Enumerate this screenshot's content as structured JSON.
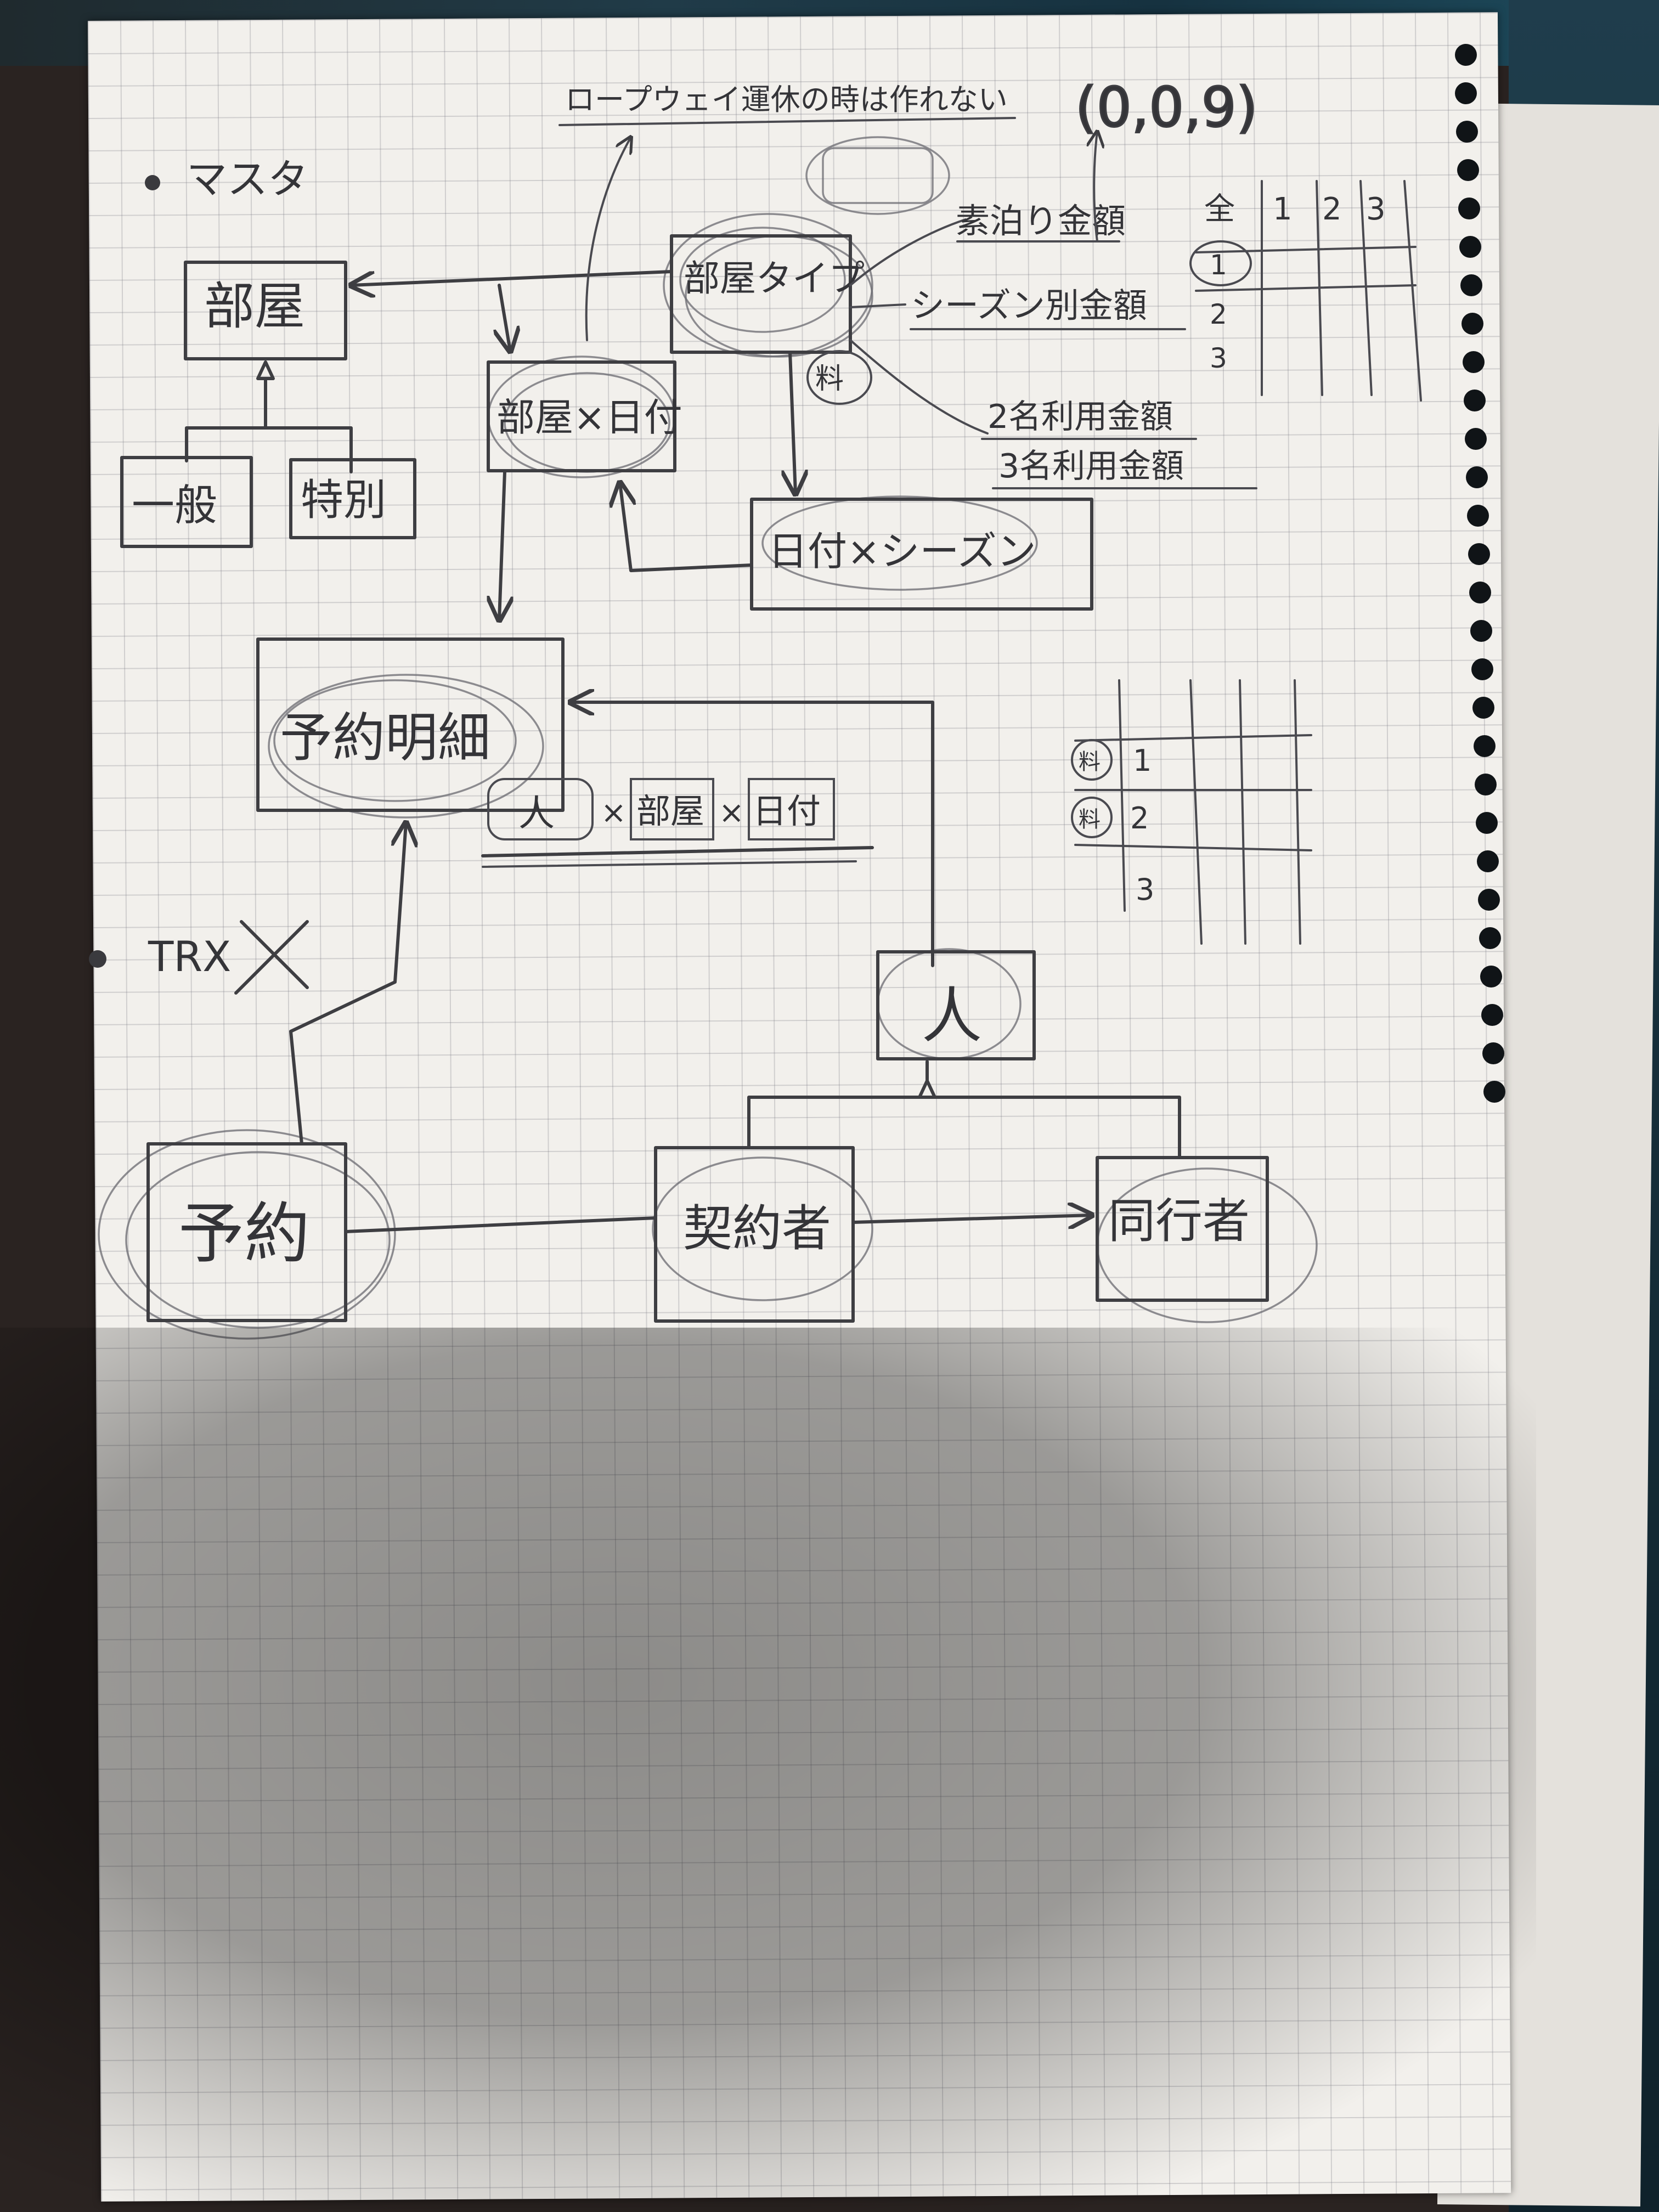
{
  "sections": {
    "master": "マスタ",
    "transaction": "TRX"
  },
  "entities": {
    "room": "部屋",
    "general": "一般",
    "special": "特別",
    "room_date": "部屋×日付",
    "room_type": "部屋タイプ",
    "date_season": "日付×シーズン",
    "reservation_detail": "予約明細",
    "person": "人",
    "reservation": "予約",
    "contractor": "契約者",
    "companion": "同行者"
  },
  "tags": {
    "room_type_tag": "料",
    "detail_key_person": "人",
    "detail_key_room": "部屋",
    "detail_key_date": "日付",
    "detail_key_sep1": "×",
    "detail_key_sep2": "×"
  },
  "notes": {
    "top_note": "ロープウェイ運休の時は作れない",
    "price_per_room": "素泊り金額",
    "season_price": "シーズン別金額",
    "two_person": "2名利用金額",
    "three_person": "3名利用金額",
    "top_formula": "(0,0,9)"
  },
  "mini_table_top": {
    "header": [
      "全",
      "1",
      "2",
      "3"
    ],
    "row_labels": [
      "1",
      "2",
      "3"
    ]
  },
  "mini_table_right": {
    "row_labels": [
      "1",
      "2",
      "3"
    ],
    "side_marks": [
      "料",
      "料"
    ]
  }
}
